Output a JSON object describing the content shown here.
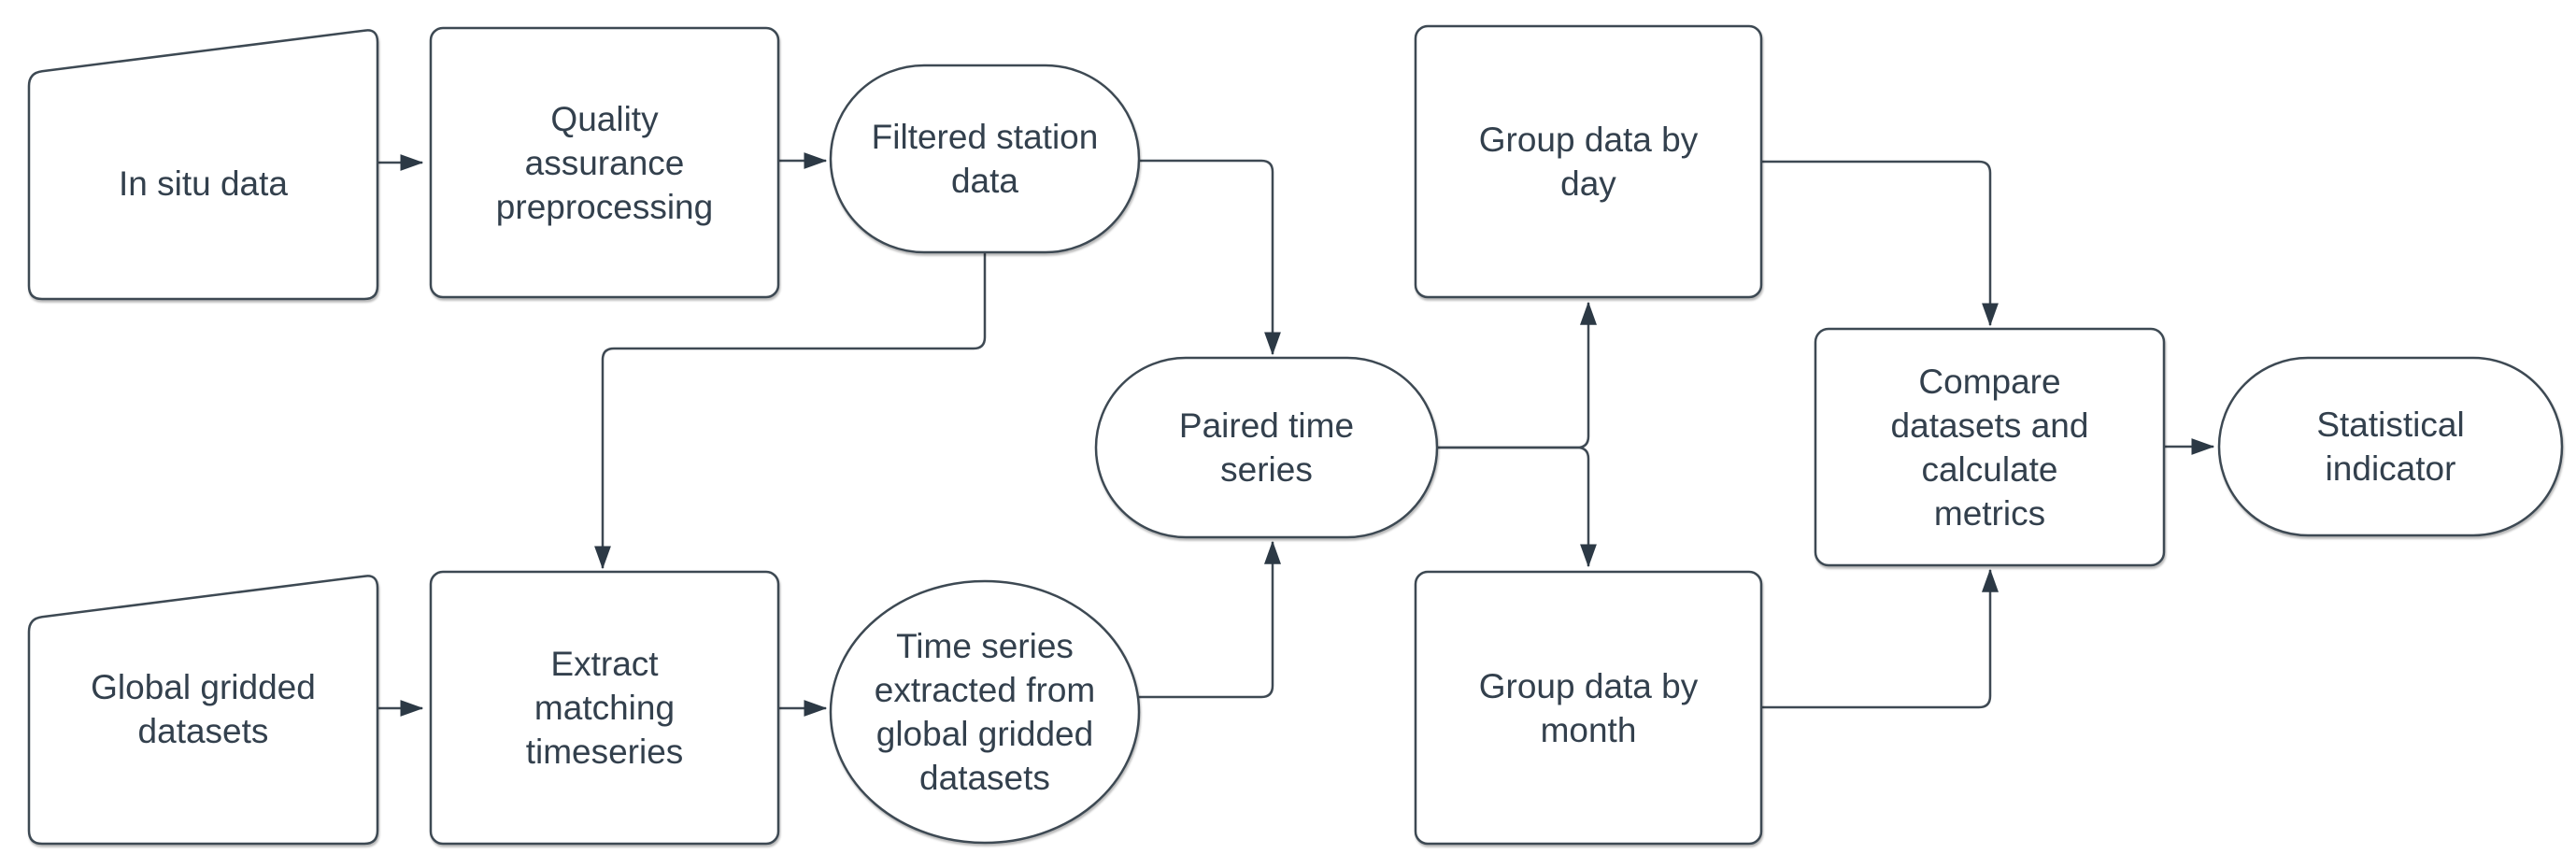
{
  "diagram": {
    "type": "flowchart",
    "colors": {
      "background": "#ffffff",
      "shape_fill": "#ffffff",
      "stroke": "#3e4953",
      "arrow": "#2c3945",
      "text": "#33404d"
    },
    "nodes": {
      "in_situ": {
        "label": "In situ data",
        "shape": "manual-input"
      },
      "qa": {
        "label": "Quality\nassurance\npreprocessing",
        "shape": "process"
      },
      "filtered": {
        "label": "Filtered station\ndata",
        "shape": "terminator"
      },
      "global_gridded": {
        "label": "Global gridded\ndatasets",
        "shape": "manual-input"
      },
      "extract": {
        "label": "Extract\nmatching\ntimeseries",
        "shape": "process"
      },
      "ts_extracted": {
        "label": "Time series\nextracted from\nglobal gridded\ndatasets",
        "shape": "circle"
      },
      "paired": {
        "label": "Paired time\nseries",
        "shape": "terminator"
      },
      "group_day": {
        "label": "Group data by\nday",
        "shape": "process"
      },
      "group_month": {
        "label": "Group data by\nmonth",
        "shape": "process"
      },
      "compare": {
        "label": "Compare\ndatasets and\ncalculate\nmetrics",
        "shape": "process"
      },
      "stat_indicator": {
        "label": "Statistical\nindicator",
        "shape": "terminator"
      }
    },
    "edges": [
      {
        "from": "in_situ",
        "to": "qa"
      },
      {
        "from": "qa",
        "to": "filtered"
      },
      {
        "from": "filtered",
        "to": "paired"
      },
      {
        "from": "filtered",
        "to": "extract"
      },
      {
        "from": "global_gridded",
        "to": "extract"
      },
      {
        "from": "extract",
        "to": "ts_extracted"
      },
      {
        "from": "ts_extracted",
        "to": "paired"
      },
      {
        "from": "paired",
        "to": "group_day"
      },
      {
        "from": "paired",
        "to": "group_month"
      },
      {
        "from": "group_day",
        "to": "compare"
      },
      {
        "from": "group_month",
        "to": "compare"
      },
      {
        "from": "compare",
        "to": "stat_indicator"
      }
    ]
  }
}
